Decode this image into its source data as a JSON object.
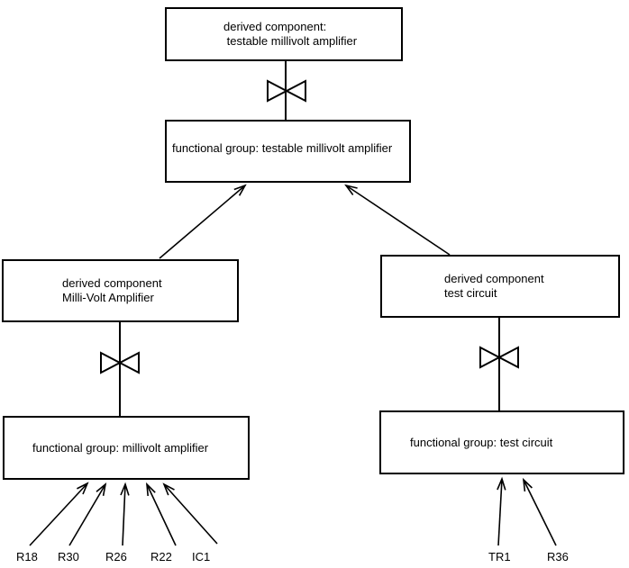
{
  "diagram": {
    "nodes": {
      "top_derived": {
        "line1": "derived component:",
        "line2": " testable millivolt amplifier"
      },
      "central_functional": {
        "label": "functional group: testable millivolt amplifier"
      },
      "left_derived": {
        "line1": "derived component",
        "line2": "Milli-Volt Amplifier"
      },
      "left_functional": {
        "label": "functional group: millivolt amplifier"
      },
      "right_derived": {
        "line1": "derived component",
        "line2": "test circuit"
      },
      "right_functional": {
        "label": "functional group: test circuit"
      }
    },
    "component_labels": {
      "left": [
        "R18",
        "R30",
        "R26",
        "R22",
        "IC1"
      ],
      "right": [
        "TR1",
        "R36"
      ]
    },
    "colors": {
      "line": "#000000",
      "background": "#ffffff"
    }
  }
}
